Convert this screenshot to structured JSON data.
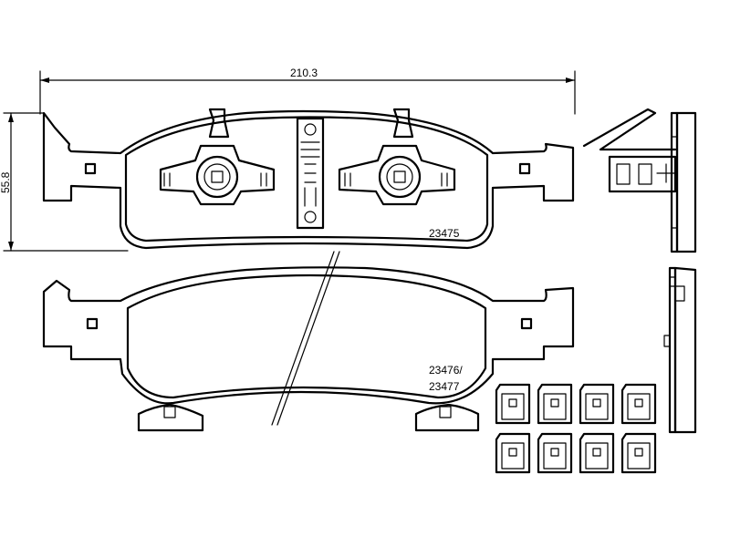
{
  "dimensions": {
    "width_label": "210.3",
    "height_label": "55.8"
  },
  "parts": {
    "top_pad_label": "23475",
    "bottom_pad_label_line1": "23476/",
    "bottom_pad_label_line2": "23477"
  },
  "clips": {
    "count": 8
  }
}
